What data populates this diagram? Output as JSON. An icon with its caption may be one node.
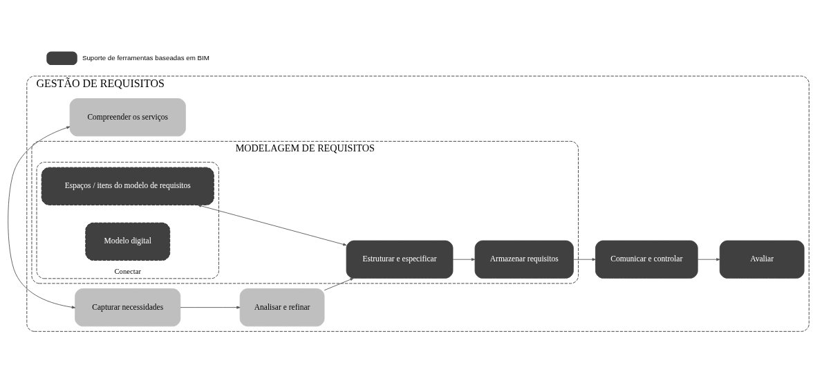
{
  "diagram": {
    "nodes": [
      {
        "text": [
          "GESTÃO DE REQUISITOS"
        ]
      },
      {
        "text": [
          "MODELAGEM DE REQUISITOS"
        ],
        "in": 0
      },
      {
        "text": [
          "Conectar"
        ],
        "in": 1
      },
      {
        "text": [
          "Compreender os serviços"
        ],
        "in": 0
      },
      {
        "text": [
          "Capturar necessidades"
        ],
        "in": 0
      },
      {
        "text": [
          "Analisar e refinar"
        ],
        "in": 0
      },
      {
        "text": [
          "Espaços / itens do modelo de requisitos"
        ],
        "in": 2
      },
      {
        "text": [
          "Modelo digital"
        ],
        "in": 2
      },
      {
        "text": [
          "Estruturar e especificar"
        ],
        "in": 1
      },
      {
        "text": [
          "Armazenar requisitos"
        ],
        "in": 1
      },
      {
        "text": [
          "Comunicar e controlar"
        ],
        "in": 0
      },
      {
        "text": [
          "Avaliar"
        ],
        "in": 0
      }
    ],
    "edges": [
      {
        "from": 3,
        "to": 4,
        "arrow": "both"
      },
      {
        "from": 4,
        "to": 5,
        "arrow": "to"
      },
      {
        "from": 5,
        "to": 8,
        "arrow": "to"
      },
      {
        "from": 6,
        "to": 8,
        "arrow": "both"
      },
      {
        "from": 8,
        "to": 9,
        "arrow": "to"
      },
      {
        "from": 9,
        "to": 10,
        "arrow": "to"
      },
      {
        "from": 10,
        "to": 11,
        "arrow": "to"
      }
    ],
    "legend": [
      {
        "text": "Suporte de ferramentas baseadas em BIM",
        "color": "#404040"
      }
    ]
  }
}
